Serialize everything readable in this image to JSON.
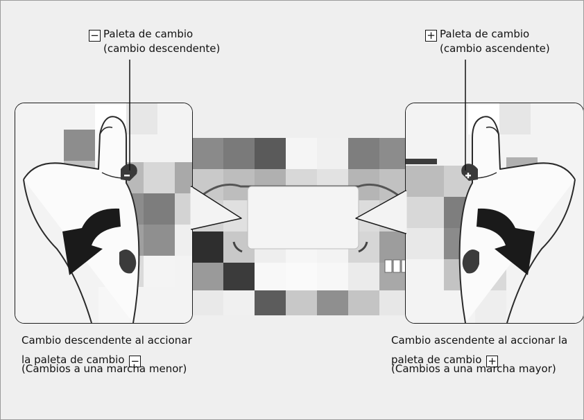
{
  "callouts": {
    "left": {
      "symbol": "−",
      "line1": "Paleta de cambio",
      "line2": "(cambio descendente)"
    },
    "right": {
      "symbol": "+",
      "line1": "Paleta de cambio",
      "line2": "(cambio ascendente)"
    }
  },
  "captions": {
    "left": {
      "line1": "Cambio descendente al accionar",
      "line2": "la paleta de cambio",
      "symbol": "−",
      "line3": "(Cambios a una marcha menor)"
    },
    "right": {
      "line1": "Cambio ascendente al accionar la",
      "line2": "paleta de cambio",
      "symbol": "+",
      "line3": "(Cambios a una marcha mayor)"
    }
  },
  "icons": {
    "left_arrow": "curved-arrow-down-left-icon",
    "right_arrow": "curved-arrow-down-right-icon",
    "left_hand": "hand-icon",
    "right_hand": "hand-icon",
    "left_paddle": "minus-paddle-icon",
    "right_paddle": "plus-paddle-icon"
  },
  "colors": {
    "frame": "#1b1b1b",
    "background": "#efefef",
    "arrow": "#1a1a1a"
  }
}
